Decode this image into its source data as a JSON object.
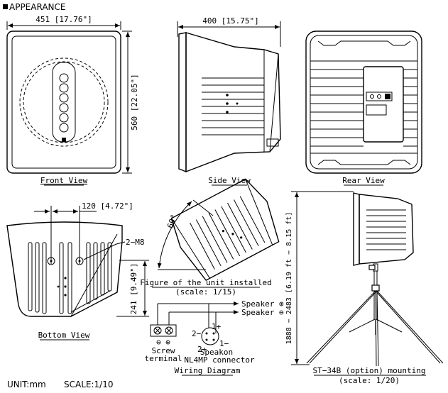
{
  "title": "APPEARANCE",
  "footer": {
    "unit": "UNIT:mm",
    "scale": "SCALE:1/10"
  },
  "front_view": {
    "width_dim": "451 [17.76\"]",
    "height_dim": "560 [22.05\"]",
    "caption": "Front View"
  },
  "side_view": {
    "depth_dim": "400 [15.75\"]",
    "caption": "Side View"
  },
  "rear_view": {
    "caption": "Rear View"
  },
  "bottom_view": {
    "spacing_dim": "120 [4.72\"]",
    "height_dim": "241 [9.49\"]",
    "thread_label": "2−M8",
    "caption": "Bottom View"
  },
  "installed_figure": {
    "angle_label": "60°",
    "caption": "Figure of the unit installed",
    "scale": "(scale: 1/15)"
  },
  "wiring": {
    "speaker_pos": "Speaker ⊕",
    "speaker_neg": "Speaker ⊖",
    "terminal_symbols": "⊖ ⊕",
    "pin_2minus": "2−",
    "pin_1plus": "1+",
    "pin_1minus": "1−",
    "pin_2plus": "2+",
    "screw_line1": "Screw",
    "screw_line2": "terminal",
    "speakon_line1": "Speakon",
    "speakon_line2": "NL4MP connector",
    "caption": "Wiring Diagram"
  },
  "mounting": {
    "height_dim": "1888 − 2483 [6.19 ft − 8.15 ft]",
    "caption": "ST−34B (option) mounting",
    "scale": "(scale: 1/20)"
  }
}
